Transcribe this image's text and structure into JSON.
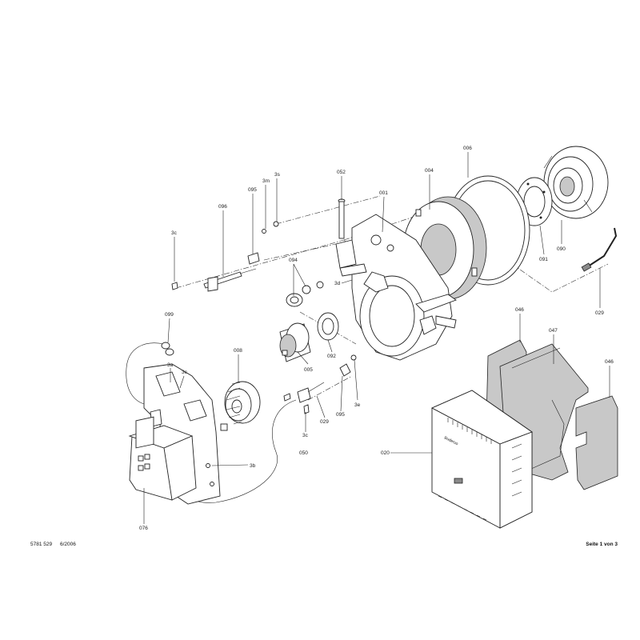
{
  "drawing": {
    "labels": {
      "p006": "006",
      "p004": "004",
      "p052": "052",
      "p001": "001",
      "p3s": "3s",
      "p3m": "3m",
      "p095a": "095",
      "p096": "096",
      "p3c_top": "3c",
      "p094": "094",
      "p3d": "3d",
      "p091": "091",
      "p090": "090",
      "p029a": "029",
      "p099": "099",
      "p3a": "3a",
      "p3c_mid": "3c",
      "p008": "008",
      "p005": "005",
      "p092": "092",
      "p3e": "3e",
      "p095b": "095",
      "p029b": "029",
      "p3c_low": "3c",
      "p3b": "3b",
      "p050": "050",
      "p076": "076",
      "p020": "020",
      "p046a": "046",
      "p047": "047",
      "p046b": "046",
      "hood_brand": "Buderus"
    },
    "footer": {
      "doc_number": "5781 529",
      "date": "6/2006",
      "page": "Seite 1 von 3"
    }
  },
  "colors": {
    "line": "#222222",
    "panel_fill": "#c8c8c8",
    "dark_fill": "#8a8a8a",
    "background": "#ffffff"
  }
}
